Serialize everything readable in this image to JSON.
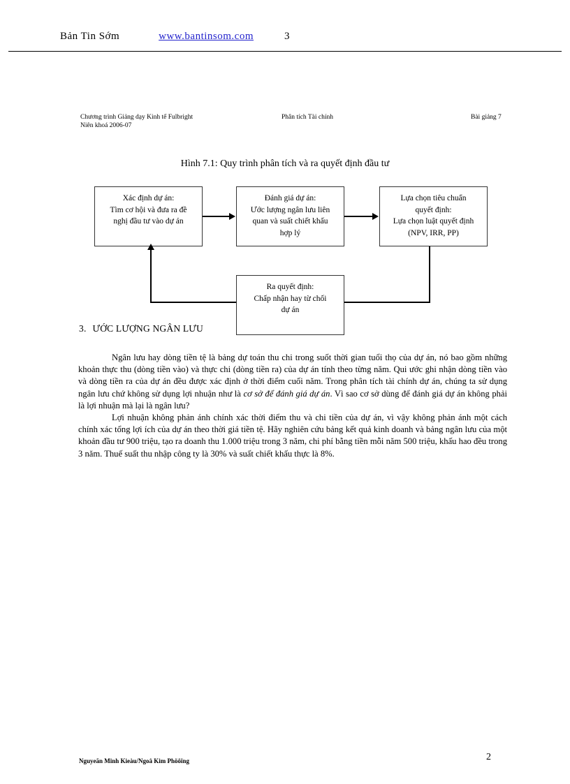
{
  "site_header": {
    "title": "Bản Tin Sớm",
    "link": "www.bantinsom.com",
    "count": "3"
  },
  "doc_header": {
    "left_line1": "Chương trình Giảng dạy Kinh tế Fulbright",
    "left_line2": "Niên khoá 2006-07",
    "center": "Phân tích Tài chính",
    "right": "Bài giảng 7"
  },
  "figure": {
    "caption": "Hình 7.1: Quy trình phân tích và ra quyết định đầu tư",
    "boxes": [
      {
        "id": "identify",
        "text": "Xác định dự án:\nTìm cơ hội và đưa ra đề\nnghị đầu tư vào dự án"
      },
      {
        "id": "evaluate",
        "text": "Đánh giá dự án:\nƯớc lượng ngân lưu liên\nquan và suất chiết khấu\nhợp lý"
      },
      {
        "id": "criteria",
        "text": "Lựa chọn tiêu chuẩn\nquyết định:\nLựa chọn luật quyết định\n(NPV, IRR, PP)"
      },
      {
        "id": "decide",
        "text": "Ra quyết định:\nChấp nhận hay từ chối\ndự án"
      }
    ]
  },
  "section": {
    "number": "3.",
    "heading": "ƯỚC LƯỢNG NGÂN LƯU"
  },
  "body": {
    "para1_part1": "Ngân lưu hay dòng tiền tệ là bảng dự toán thu chi trong suốt thời gian tuổi thọ của dự án, nó bao gồm những khoản thực thu (dòng tiền vào) và thực chi (dòng tiền ra) của dự án tính theo từng năm. Qui ước ghi nhận dòng tiền vào và dòng tiền ra của dự án đều được xác định ở thời điểm cuối năm. Trong phân tích tài chính dự án, chúng ta sử dụng ngân lưu chứ không sử dụng lợi nhuận như là ",
    "para1_italic": "cơ sở để đánh giá dự án",
    "para1_part2": ". Vì sao cơ sở dùng để đánh giá dự án không phải là lợi nhuận mà lại là ngân lưu?",
    "para2": "Lợi nhuận không phản ánh chính xác thời điểm thu và chi tiền của dự án, vì vậy không phản ánh một cách chính xác tổng lợi ích của dự án theo thời giá tiền tệ. Hãy nghiên cứu bảng kết quả kinh doanh và bảng ngân lưu của một khoản đầu tư 900 triệu, tạo ra doanh thu 1.000 triệu trong 3 năm, chi phí bằng tiền mỗi năm 500 triệu, khấu hao đều trong 3 năm. Thuế suất thu nhập công ty là 30% và suất chiết khấu thực là 8%."
  },
  "footer": {
    "authors": "Nguyeãn Minh Kieàu/Ngoâ Kim Phöôïng",
    "page_number": "2"
  },
  "colors": {
    "link": "#2222cc",
    "text": "#000000",
    "box_border": "#333333"
  }
}
